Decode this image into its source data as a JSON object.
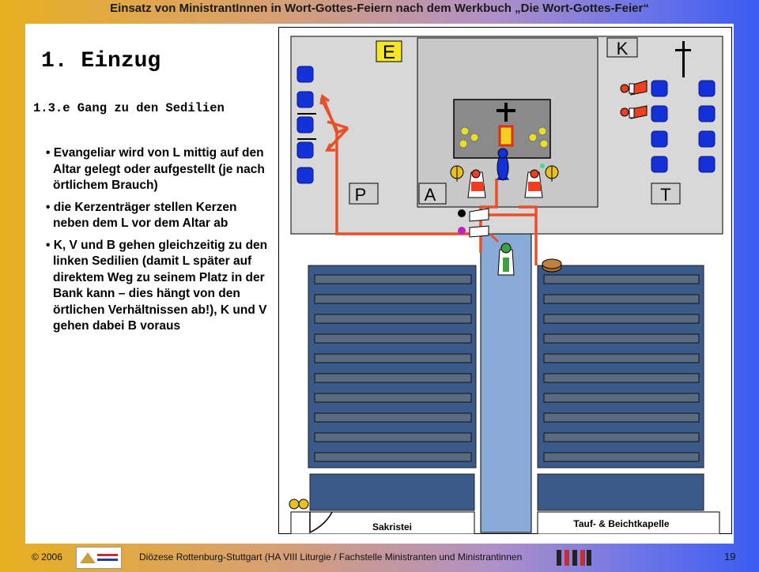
{
  "header": {
    "title": "Einsatz von MinistrantInnen in Wort-Gottes-Feiern nach dem Werkbuch „Die Wort-Gottes-Feier“"
  },
  "slide": {
    "title": "1. Einzug",
    "subtitle": "1.3.e  Gang zu den Sedilien",
    "bullets": [
      "Evangeliar wird von L mittig auf den Altar gelegt oder aufgestellt (je nach örtlichem Brauch)",
      "die Kerzenträger stellen Kerzen neben dem L vor dem Altar ab",
      "K, V und B gehen gleichzeitig zu den linken Sedilien (damit L später auf direktem Weg zu seinem Platz in der Bank kann – dies hängt von den örtlichen Verhältnissen ab!), K und V gehen dabei B voraus"
    ]
  },
  "diagram": {
    "labels": {
      "e": "E",
      "k": "K",
      "p": "P",
      "a": "A",
      "t": "T",
      "sakristei": "Sakristei",
      "kapelle": "Tauf- & Beichtkapelle"
    },
    "colors": {
      "sedile": "#1430d8",
      "path": "#e8502a",
      "pew": "#3a5a8a",
      "pew_slat": "#5a6a80",
      "aisle": "#8aaad8",
      "candle": "#e8e020",
      "floor": "#d8d8d8"
    }
  },
  "footer": {
    "copyright": "© 2006",
    "org": "Diözese Rottenburg-Stuttgart  (HA VIII Liturgie / Fachstelle Ministranten und Ministrantinnen",
    "page": "19"
  }
}
